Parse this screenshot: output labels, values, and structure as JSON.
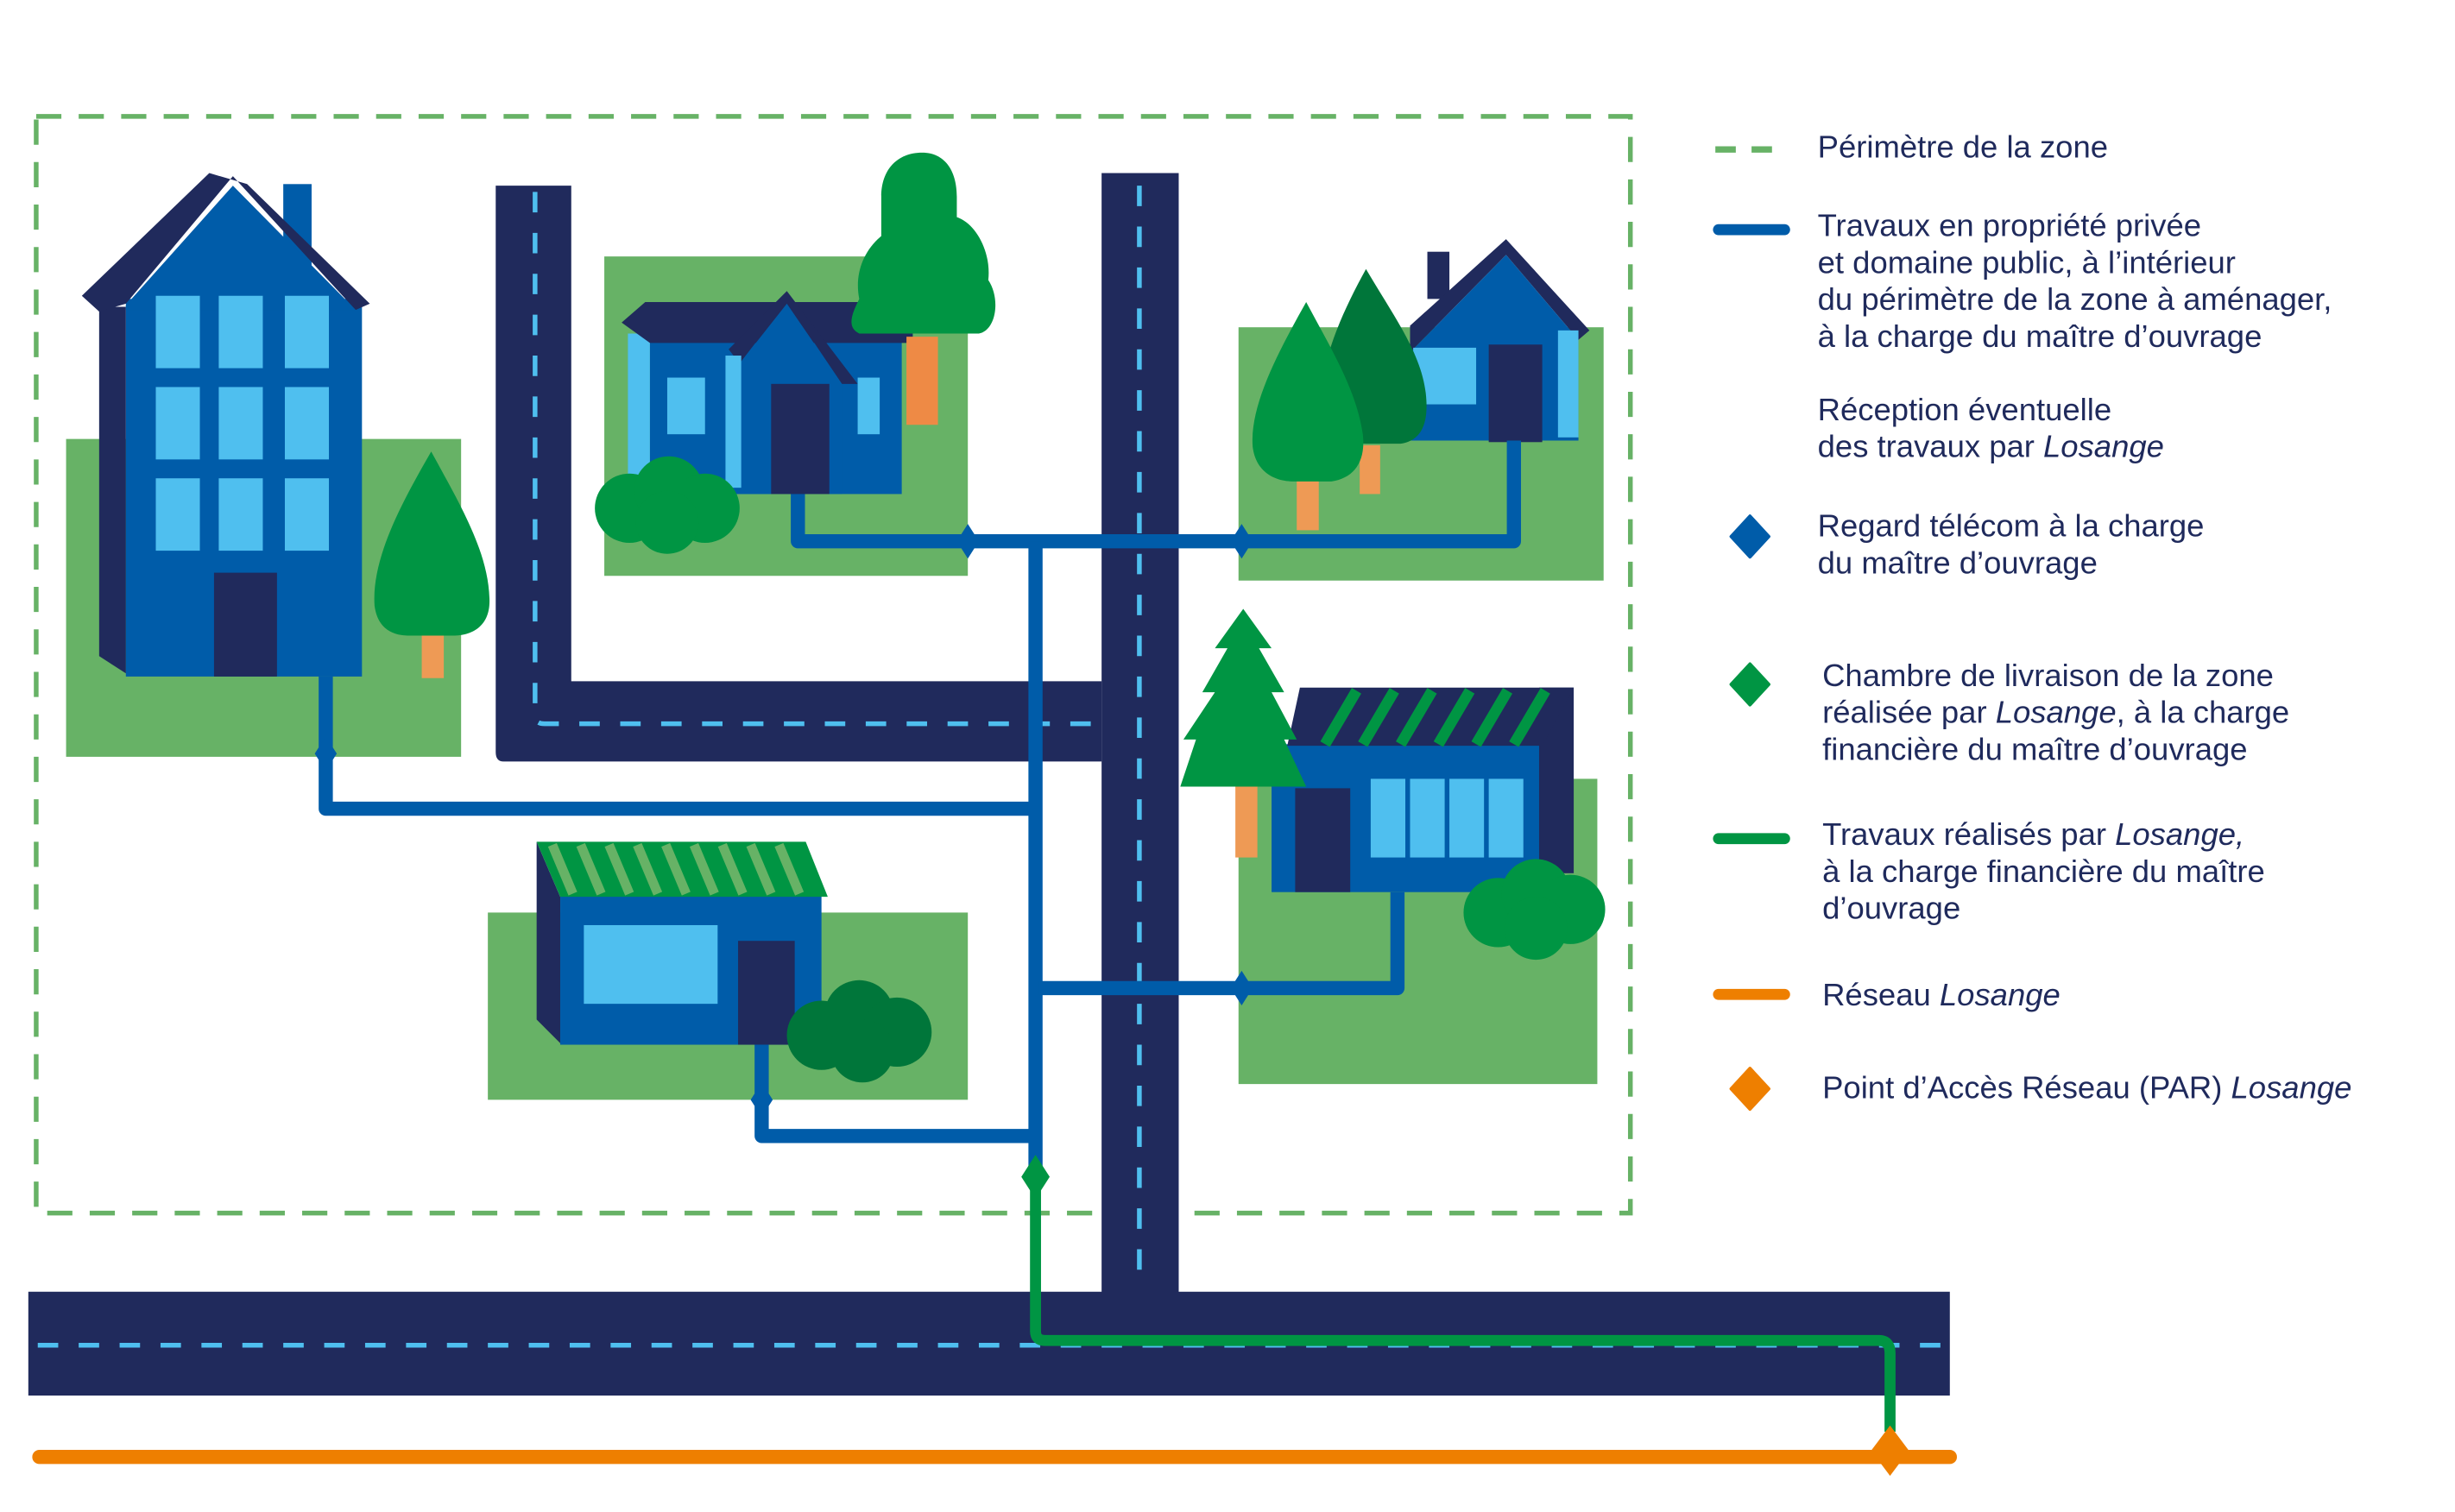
{
  "colors": {
    "navy": "#202a5c",
    "blue": "#005ca9",
    "light_blue": "#4fbfef",
    "lawn": "#67b266",
    "tree_green": "#009543",
    "dark_tree_green": "#00763a",
    "orange": "#ee7f00",
    "perimeter_green": "#67b266",
    "text": "#1f2a5c"
  },
  "legend": {
    "items": [
      {
        "id": "perimetre",
        "symbol": "dashed-line-green",
        "lines": [
          [
            {
              "t": "Périmètre de la zone"
            }
          ]
        ]
      },
      {
        "id": "travaux-prives",
        "symbol": "line-blue",
        "lines": [
          [
            {
              "t": "Travaux en propriété privée"
            }
          ],
          [
            {
              "t": "et domaine public, à l’intérieur"
            }
          ],
          [
            {
              "t": "du périmètre de la zone à aménager,"
            }
          ],
          [
            {
              "t": "à la charge du maître d’ouvrage"
            }
          ]
        ]
      },
      {
        "id": "reception",
        "symbol": "none",
        "lines": [
          [
            {
              "t": "Réception éventuelle"
            }
          ],
          [
            {
              "t": "des travaux par "
            },
            {
              "t": "Losange",
              "i": true
            }
          ]
        ]
      },
      {
        "id": "regard",
        "symbol": "diamond-blue",
        "lines": [
          [
            {
              "t": "Regard télécom à la charge"
            }
          ],
          [
            {
              "t": "du maître d’ouvrage"
            }
          ]
        ]
      },
      {
        "id": "chambre",
        "symbol": "diamond-green",
        "lines": [
          [
            {
              "t": "Chambre de livraison de la zone"
            }
          ],
          [
            {
              "t": "réalisée par "
            },
            {
              "t": "Losange",
              "i": true
            },
            {
              "t": ", à la charge"
            }
          ],
          [
            {
              "t": "financière du maître d’ouvrage"
            }
          ]
        ]
      },
      {
        "id": "travaux-losange",
        "symbol": "line-green",
        "lines": [
          [
            {
              "t": "Travaux réalisés par "
            },
            {
              "t": "Losange,",
              "i": true
            }
          ],
          [
            {
              "t": "à la charge financière du maître"
            }
          ],
          [
            {
              "t": "d’ouvrage"
            }
          ]
        ]
      },
      {
        "id": "reseau",
        "symbol": "line-orange",
        "lines": [
          [
            {
              "t": "Réseau "
            },
            {
              "t": "Losange",
              "i": true
            }
          ]
        ]
      },
      {
        "id": "par",
        "symbol": "diamond-orange",
        "lines": [
          [
            {
              "t": "Point d’Accès Réseau (PAR) "
            },
            {
              "t": "Losange",
              "i": true
            }
          ]
        ]
      }
    ]
  }
}
